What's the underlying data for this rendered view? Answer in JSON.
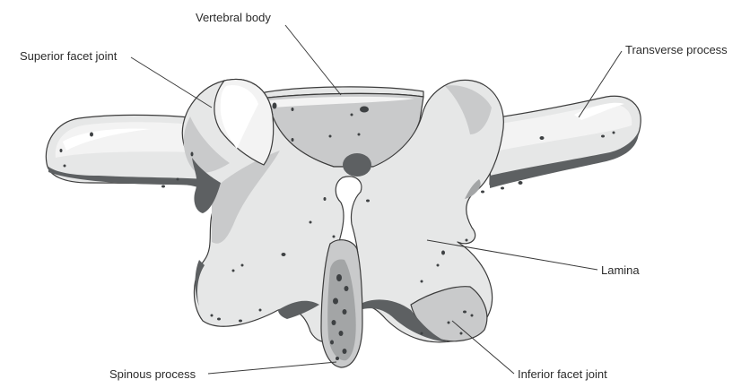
{
  "labels": {
    "vertebral_body": "Vertebral body",
    "superior_facet_joint": "Superior facet joint",
    "transverse_process": "Transverse process",
    "lamina": "Lamina",
    "spinous_process": "Spinous process",
    "inferior_facet_joint": "Inferior facet joint"
  },
  "colors": {
    "bone_light": "#f3f3f3",
    "bone": "#e6e7e7",
    "bone_mid": "#c9cacb",
    "bone_dark": "#a3a5a6",
    "shadow": "#5d6062",
    "outline": "#3c3c3c",
    "text": "#2b2b2b"
  }
}
